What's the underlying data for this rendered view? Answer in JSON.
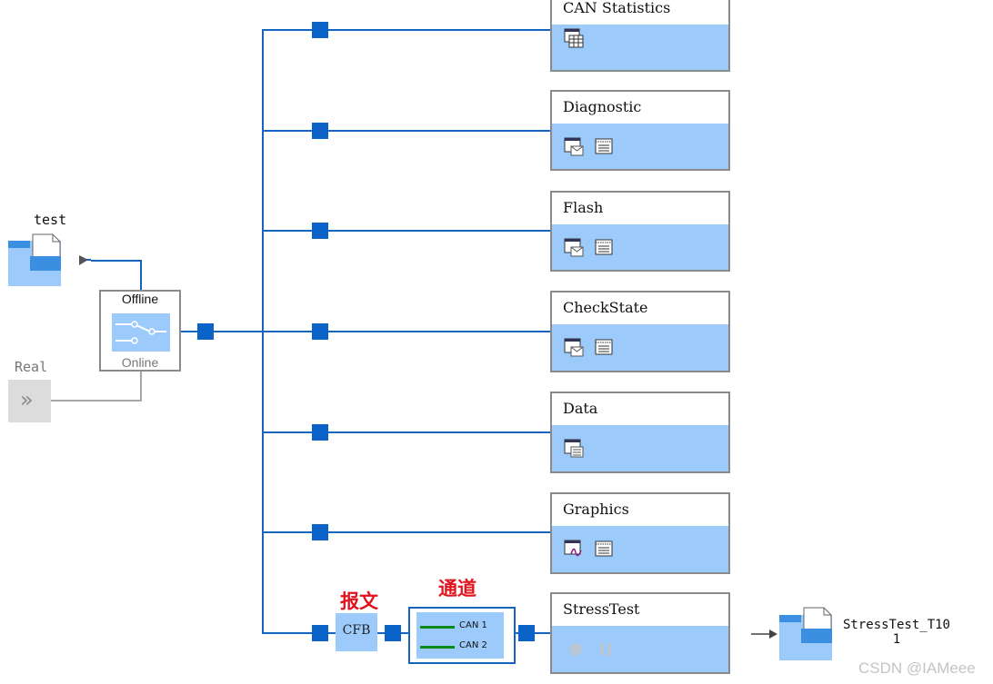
{
  "source": {
    "label": "test"
  },
  "real": {
    "label": "Real",
    "icon": "fast-forward-icon",
    "glyph": "»"
  },
  "switch": {
    "offline_label": "Offline",
    "online_label": "Online"
  },
  "blocks": [
    {
      "name": "can-statistics",
      "title": "CAN Statistics",
      "icons": [
        "statistics-table-icon"
      ]
    },
    {
      "name": "diagnostic",
      "title": "Diagnostic",
      "icons": [
        "window-mail-icon",
        "log-list-icon"
      ]
    },
    {
      "name": "flash",
      "title": "Flash",
      "icons": [
        "window-mail-icon",
        "log-list-icon"
      ]
    },
    {
      "name": "checkstate",
      "title": "CheckState",
      "icons": [
        "window-mail-icon",
        "log-list-icon"
      ]
    },
    {
      "name": "data",
      "title": "Data",
      "icons": [
        "data-window-icon"
      ]
    },
    {
      "name": "graphics",
      "title": "Graphics",
      "icons": [
        "graphics-window-icon",
        "log-list-icon"
      ]
    },
    {
      "name": "stresstest",
      "title": "StressTest",
      "icons": [
        "record-icon",
        "pause-icon"
      ]
    }
  ],
  "cfb": {
    "label": "CFB",
    "annotation": "报文"
  },
  "channel": {
    "annotation": "通道",
    "items": [
      "CAN 1",
      "CAN 2"
    ]
  },
  "output": {
    "label_line1": "StressTest_T10",
    "label_line2": "1"
  },
  "watermark": "CSDN @IAMeee",
  "colors": {
    "wire": "#1565c0",
    "node": "#0b63c8",
    "panel": "#9ccbfb",
    "annotation": "#e0141e"
  }
}
